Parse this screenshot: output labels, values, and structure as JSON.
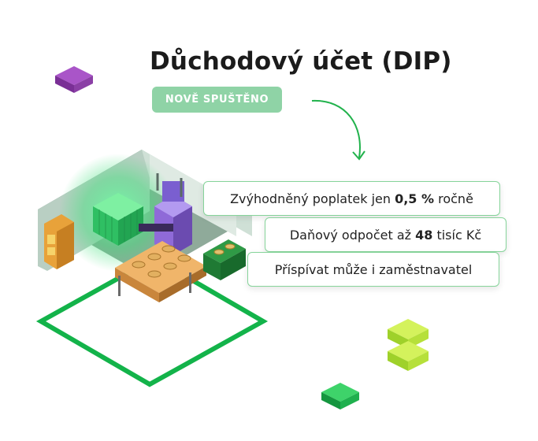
{
  "heading": {
    "title": "Důchodový účet (DIP)"
  },
  "badge": {
    "label": "NOVĚ SPUŠTĚNO"
  },
  "features": [
    {
      "before": "Zvýhodněný poplatek jen ",
      "strong": "0,5 %",
      "after": " ročně"
    },
    {
      "before": "Daňový odpočet až ",
      "strong": "48",
      "after": " tisíc Kč"
    },
    {
      "before": "Příspívat může i zaměstnavatel",
      "strong": "",
      "after": ""
    }
  ],
  "colors": {
    "accent_green": "#21b24c",
    "badge_green": "#8fd3a6",
    "pill_border": "#86d49a",
    "purple_cube": "#8b3fa6",
    "lime_cube": "#b9e83a"
  }
}
